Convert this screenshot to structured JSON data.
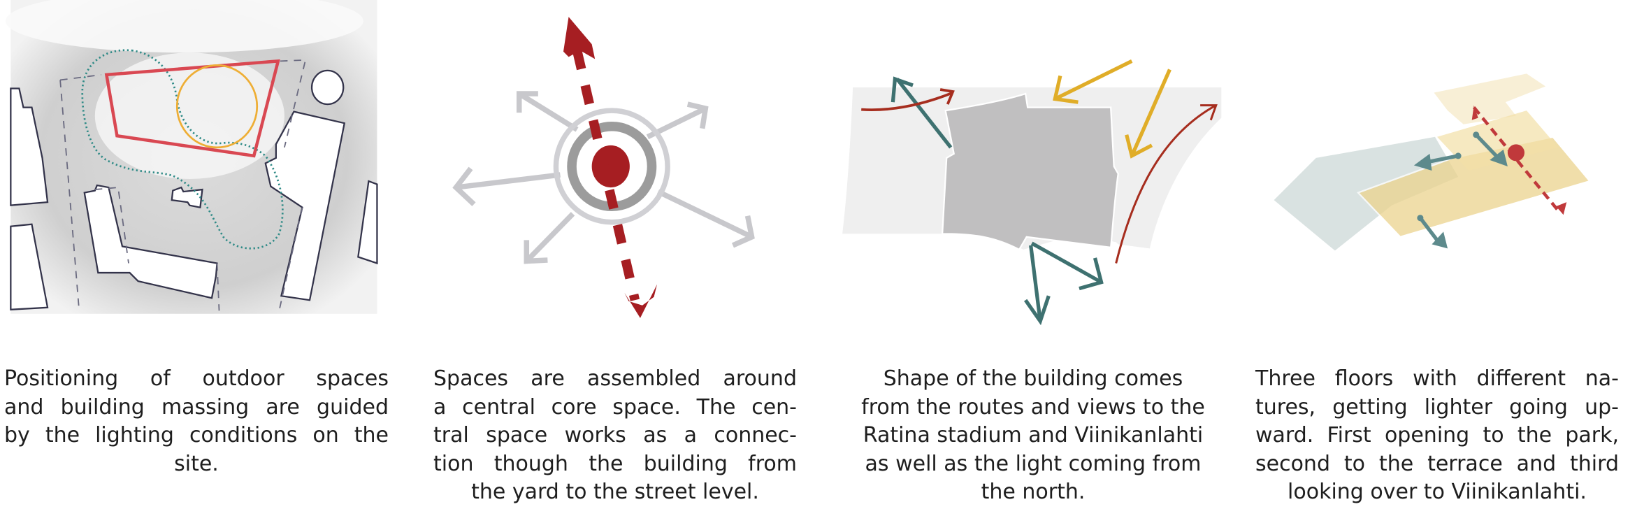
{
  "captions": [
    {
      "lines": [
        "Positioning of outdoor spaces",
        "and building massing are guided",
        "by the lighting conditions on the",
        "site."
      ]
    },
    {
      "lines": [
        "Spaces are assembled around",
        "a central core space. The cen-",
        "tral space works as a connec-",
        "tion though the building from",
        "the yard to the street level."
      ]
    },
    {
      "lines": [
        "Shape of the building comes",
        "from the routes and views to the",
        "Ratina stadium and Viinikanlahti",
        "as well as the light coming from",
        "the north."
      ]
    },
    {
      "lines": [
        "Three floors with different na-",
        "tures, getting lighter going up-",
        "ward. First opening to the park,",
        "second to the terrace and third",
        "looking over to Viinikanlahti."
      ]
    }
  ],
  "colors": {
    "red": "#a61e22",
    "teal": "#3e7170",
    "yellow": "#e0ad28",
    "gray": "#c8c8cc",
    "building": "#c0bfc0"
  }
}
